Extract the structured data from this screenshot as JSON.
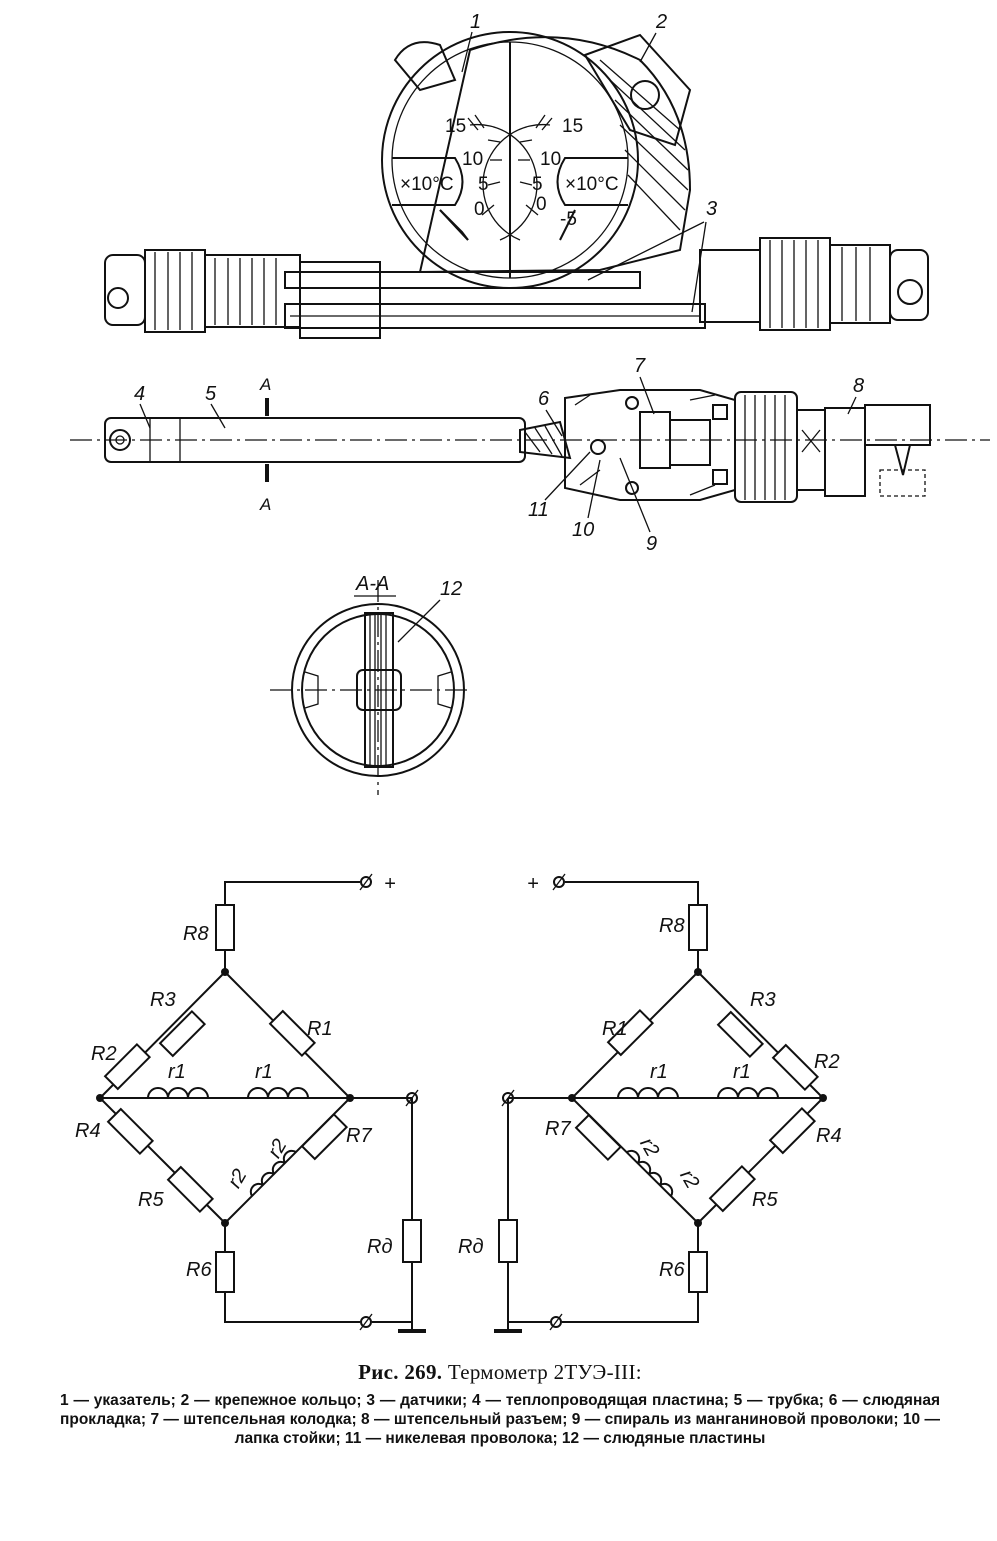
{
  "figure": {
    "caption_number": "Рис. 269.",
    "caption_title": "Термометр 2ТУЭ-III:",
    "legend": "1 — указатель; 2 — крепежное кольцо; 3 — датчики; 4 — теплопроводящая пластина; 5 — трубка; 6 — слюдяная прокладка; 7 — штепсельная колодка; 8 — штепсельный разъем; 9 — спираль из манганиновой проволоки; 10 — лапка стойки; 11 — никелевая проволока; 12 — слюдяные пластины"
  },
  "gauge": {
    "left_scale": [
      "15",
      "10",
      "5",
      "0"
    ],
    "right_scale": [
      "15",
      "10",
      "5",
      "0",
      "-5"
    ],
    "unit_label": "×10°C"
  },
  "callouts": {
    "n1": "1",
    "n2": "2",
    "n3": "3",
    "n4": "4",
    "n5": "5",
    "n6": "6",
    "n7": "7",
    "n8": "8",
    "n9": "9",
    "n10": "10",
    "n11": "11",
    "n12": "12"
  },
  "section": {
    "mark": "A",
    "title": "А-А"
  },
  "circuit": {
    "plus": "+",
    "left": {
      "R8": "R8",
      "R3": "R3",
      "R1": "R1",
      "R2": "R2",
      "r1a": "r1",
      "r1b": "r1",
      "R4": "R4",
      "R7": "R7",
      "r2a": "r2",
      "r2b": "r2",
      "R5": "R5",
      "R6": "R6",
      "Rd": "Rд"
    },
    "right": {
      "R8": "R8",
      "R3": "R3",
      "R1": "R1",
      "R2": "R2",
      "r1a": "r1",
      "r1b": "r1",
      "R4": "R4",
      "R7": "R7",
      "r2a": "r2",
      "r2b": "r2",
      "R5": "R5",
      "R6": "R6",
      "Rd": "Rд"
    }
  }
}
